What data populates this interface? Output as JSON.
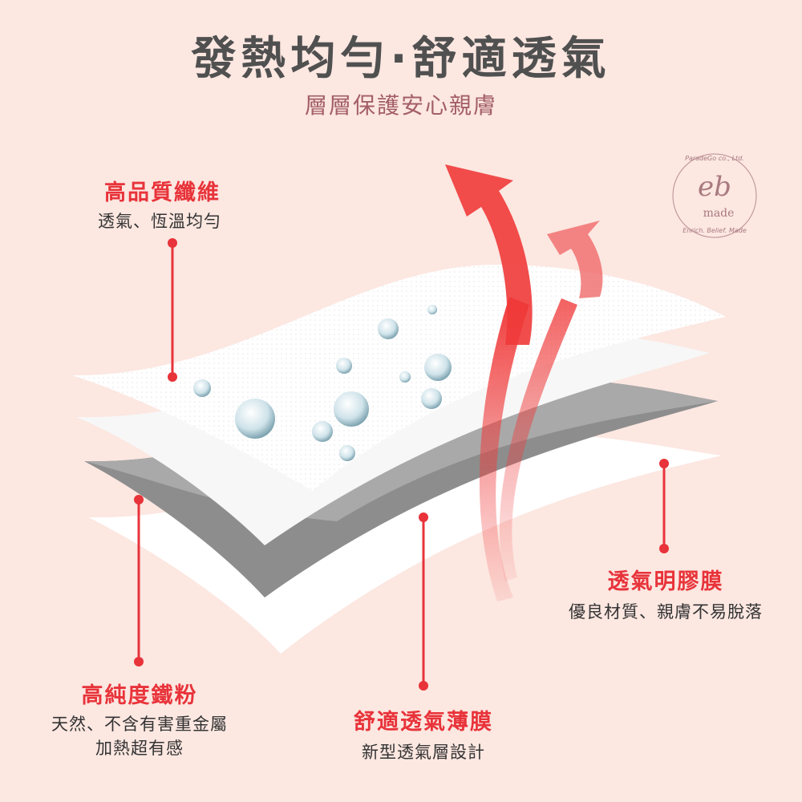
{
  "header": {
    "title": "發熱均勻·舒適透氣",
    "subtitle": "層層保護安心親膚"
  },
  "logo": {
    "text_top": "ParadeGo co., Ltd.",
    "text_main": "eb",
    "text_sub": "made",
    "text_bottom": "Enrich. Belief. Made"
  },
  "callouts": [
    {
      "label": "高品質纖維",
      "desc": [
        "透氣、恆溫均勻"
      ]
    },
    {
      "label": "高純度鐵粉",
      "desc": [
        "天然、不含有害重金屬",
        "加熱超有感"
      ]
    },
    {
      "label": "舒適透氣薄膜",
      "desc": [
        "新型透氣層設計"
      ]
    },
    {
      "label": "透氣明膠膜",
      "desc": [
        "優良材質、親膚不易脫落"
      ]
    }
  ],
  "colors": {
    "background": "#fce7e1",
    "accent": "#e8333a",
    "title": "#505050",
    "subtitle": "#a35e66",
    "heat_arrow": "#f03a3a"
  }
}
